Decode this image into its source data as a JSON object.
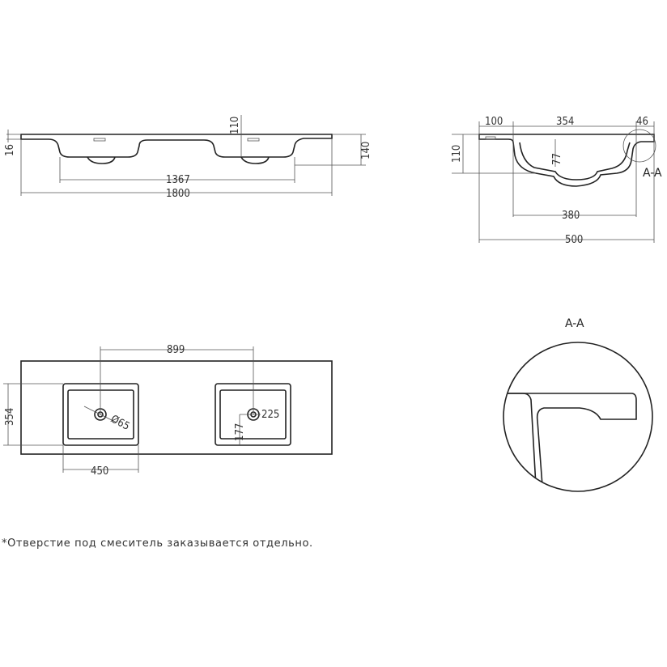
{
  "views": {
    "front": {
      "dims": {
        "d16": "16",
        "d110": "110",
        "d140": "140",
        "d1367": "1367",
        "d1800": "1800"
      }
    },
    "side": {
      "dims": {
        "d100": "100",
        "d354": "354",
        "d46": "46",
        "d110": "110",
        "d77": "77",
        "d380": "380",
        "d500": "500"
      },
      "section_mark": "A-A"
    },
    "top": {
      "dims": {
        "d899": "899",
        "d354": "354",
        "d65": "Ø65",
        "d225": "225",
        "d177": "177",
        "d450": "450"
      }
    },
    "detail": {
      "title": "A-A"
    }
  },
  "footnote": "*Отверстие под смеситель заказывается отдельно."
}
